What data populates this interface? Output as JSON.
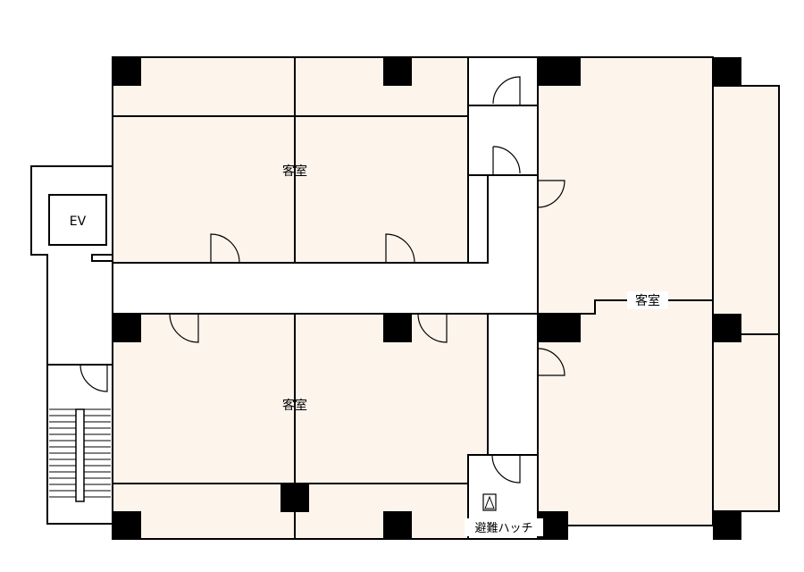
{
  "rooms": {
    "label_top_left": "客室",
    "label_bottom_left": "客室",
    "label_right": "客室"
  },
  "elevator": {
    "label": "EV"
  },
  "hatch": {
    "label": "避難ハッチ"
  },
  "colors": {
    "room_fill": "#fdf4ec",
    "corridor_fill": "#ffffff",
    "wall": "#000000",
    "column": "#000000"
  }
}
